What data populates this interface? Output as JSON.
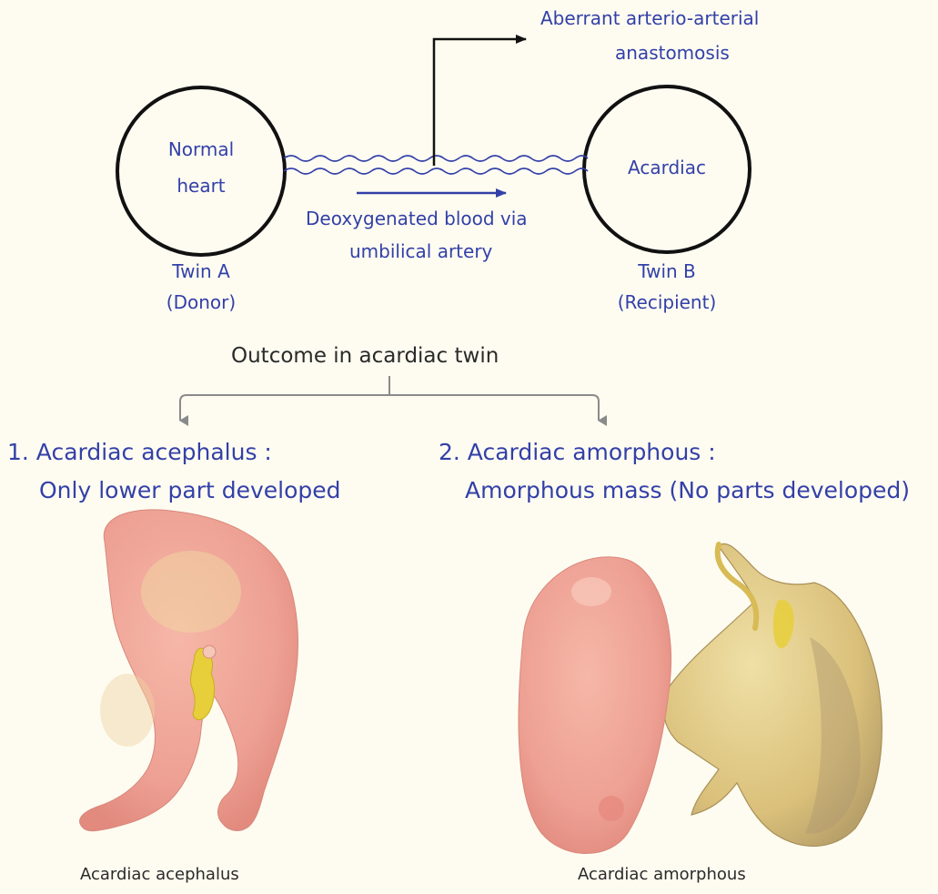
{
  "anastomosis_label_line1": "Aberrant arterio-arterial",
  "anastomosis_label_line2": "anastomosis",
  "twin_a": {
    "heart_line1": "Normal",
    "heart_line2": "heart",
    "label_line1": "Twin A",
    "label_line2": "(Donor)"
  },
  "twin_b": {
    "heart_label": "Acardiac",
    "label_line1": "Twin B",
    "label_line2": "(Recipient)"
  },
  "flow_label_line1": "Deoxygenated blood via",
  "flow_label_line2": "umbilical artery",
  "outcome_title": "Outcome in acardiac twin",
  "outcomes": [
    {
      "heading": "1. Acardiac acephalus :",
      "description": "Only lower part developed",
      "caption": "Acardiac acephalus"
    },
    {
      "heading": "2. Acardiac amorphous :",
      "description": "Amorphous mass (No parts developed)",
      "caption": "Acardiac amorphous"
    }
  ],
  "colors": {
    "background": "#fefcf1",
    "label_blue": "#3340a8",
    "skin": "#eea093",
    "amorphous_mass": "#dcc686",
    "cord_yellow": "#e6cf3a"
  }
}
